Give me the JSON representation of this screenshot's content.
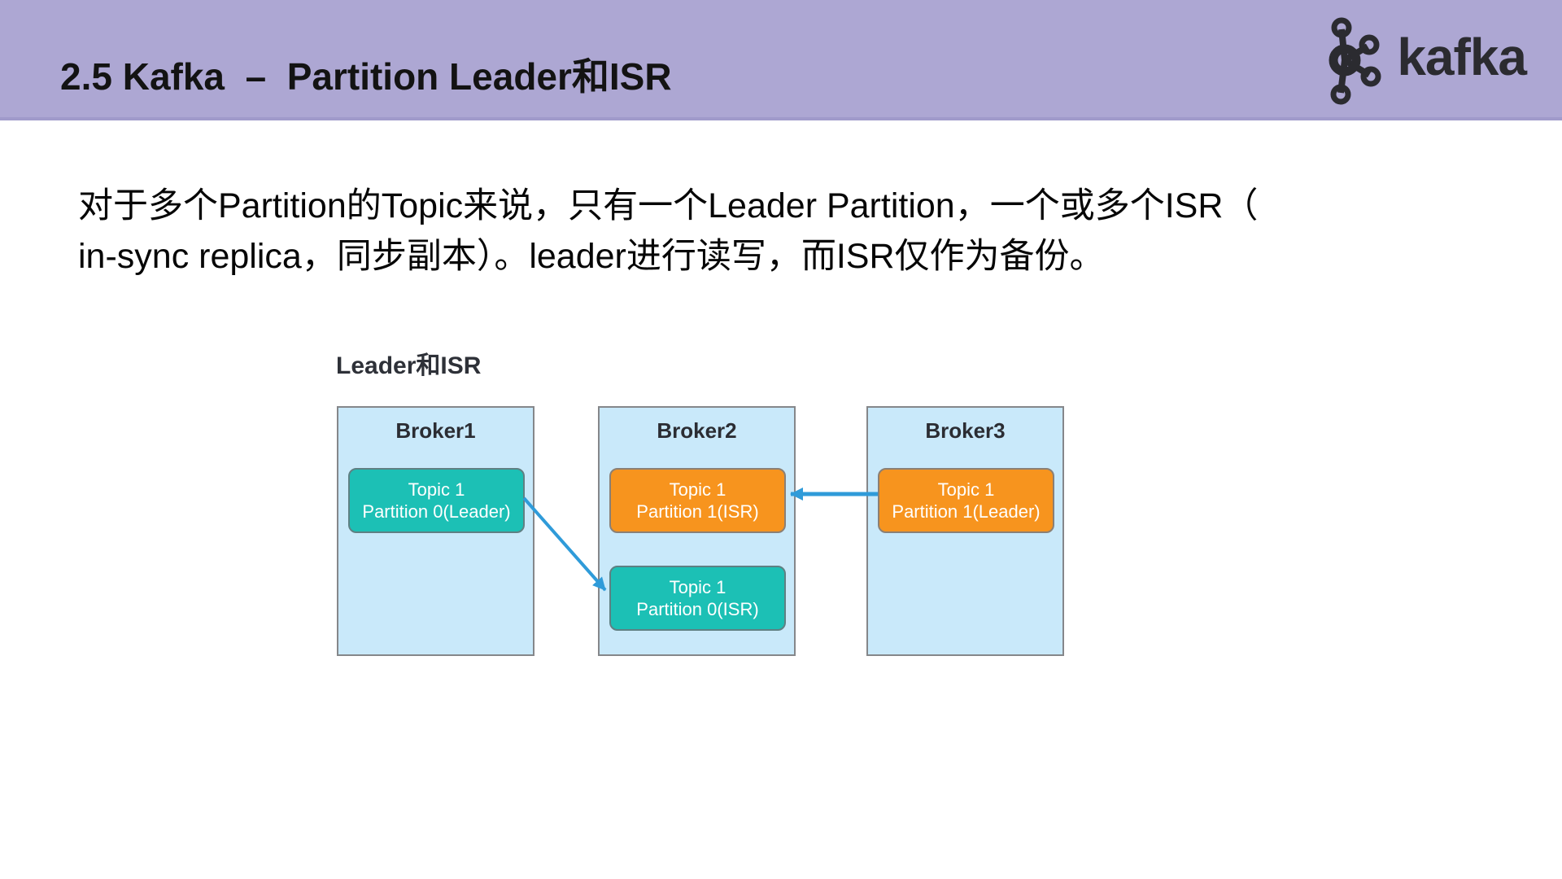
{
  "header": {
    "title": "2.5 Kafka  –  Partition Leader和ISR",
    "background_color": "#ada7d3",
    "logo": {
      "icon": "kafka-graph-icon",
      "text": "kafka",
      "color": "#2b2b30"
    }
  },
  "paragraph": {
    "line1": "对于多个Partition的Topic来说，只有一个Leader Partition，一个或多个ISR（",
    "line2": "in-sync replica，同步副本）。leader进行读写，而ISR仅作为备份。"
  },
  "diagram": {
    "title": "Leader和ISR",
    "brokers": [
      {
        "name": "Broker1",
        "partitions": [
          {
            "line1": "Topic 1",
            "line2": "Partition 0(Leader)",
            "color": "#1cc0b5"
          }
        ]
      },
      {
        "name": "Broker2",
        "partitions": [
          {
            "line1": "Topic 1",
            "line2": "Partition 1(ISR)",
            "color": "#f7941e"
          },
          {
            "line1": "Topic 1",
            "line2": "Partition 0(ISR)",
            "color": "#1cc0b5"
          }
        ]
      },
      {
        "name": "Broker3",
        "partitions": [
          {
            "line1": "Topic 1",
            "line2": "Partition 1(Leader)",
            "color": "#f7941e"
          }
        ]
      }
    ],
    "arrows": [
      {
        "from": "Broker1 Topic 1 Partition 0(Leader)",
        "to": "Broker2 Topic 1 Partition 0(ISR)"
      },
      {
        "from": "Broker3 Topic 1 Partition 1(Leader)",
        "to": "Broker2 Topic 1 Partition 1(ISR)"
      }
    ],
    "colors": {
      "broker_fill": "#c9e9fa",
      "broker_border": "#85878a",
      "leader_teal": "#1cc0b5",
      "isr_orange": "#f7941e",
      "arrow_blue": "#2f9bd9"
    }
  }
}
